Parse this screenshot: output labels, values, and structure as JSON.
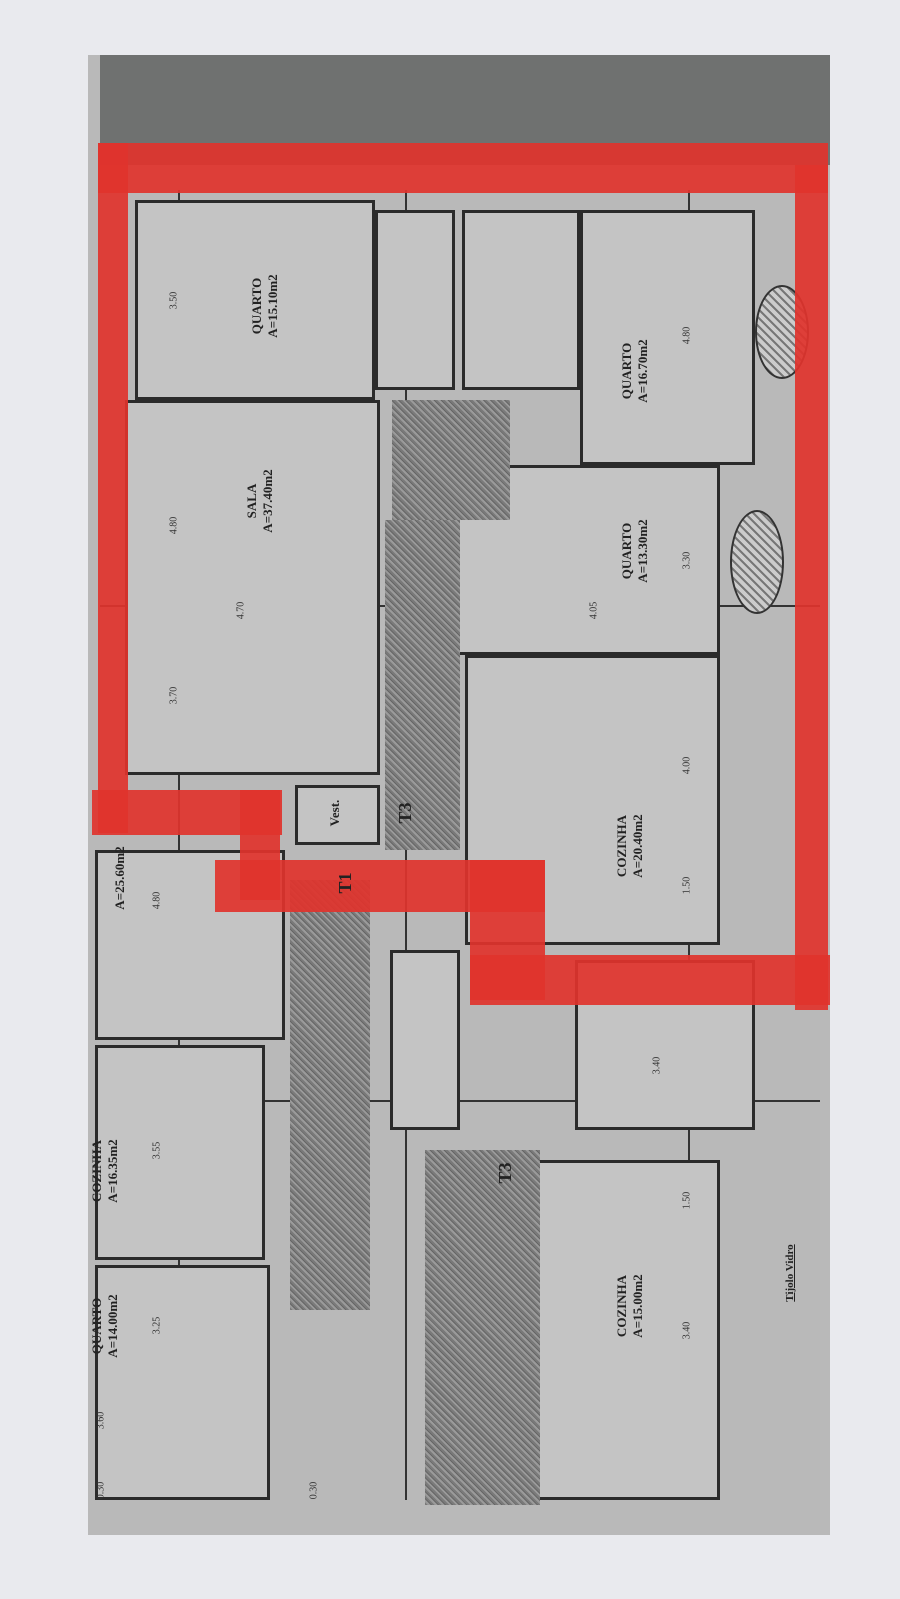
{
  "plan": {
    "rooms": [
      {
        "name": "QUARTO",
        "area": "A=15.10m2"
      },
      {
        "name": "SALA",
        "area": "A=37.40m2"
      },
      {
        "name": "QUARTO",
        "area": "A=16.70m2"
      },
      {
        "name": "QUARTO",
        "area": "A=13.30m2"
      },
      {
        "name": "COZINHA",
        "area": "A=20.40m2"
      },
      {
        "name": "",
        "area": "A=25.60m2"
      },
      {
        "name": "COZINHA",
        "area": "A=16.35m2"
      },
      {
        "name": "QUARTO",
        "area": "A=14.00m2"
      },
      {
        "name": "COZINHA",
        "area": "A=15.00m2"
      }
    ],
    "vestibule": "Vest.",
    "unit_tags": [
      "T3",
      "T1",
      "T3"
    ],
    "note": "Tijolo Vidro",
    "dimensions": [
      "3.50",
      "4.80",
      "4.70",
      "3.70",
      "4.80",
      "4.05",
      "3.30",
      "4.00",
      "1.50",
      "3.40",
      "1.50",
      "3.40",
      "4.80",
      "3.55",
      "3.25",
      "3.60",
      "0.30",
      "0.30"
    ],
    "highlight_color": "#e0332c"
  }
}
